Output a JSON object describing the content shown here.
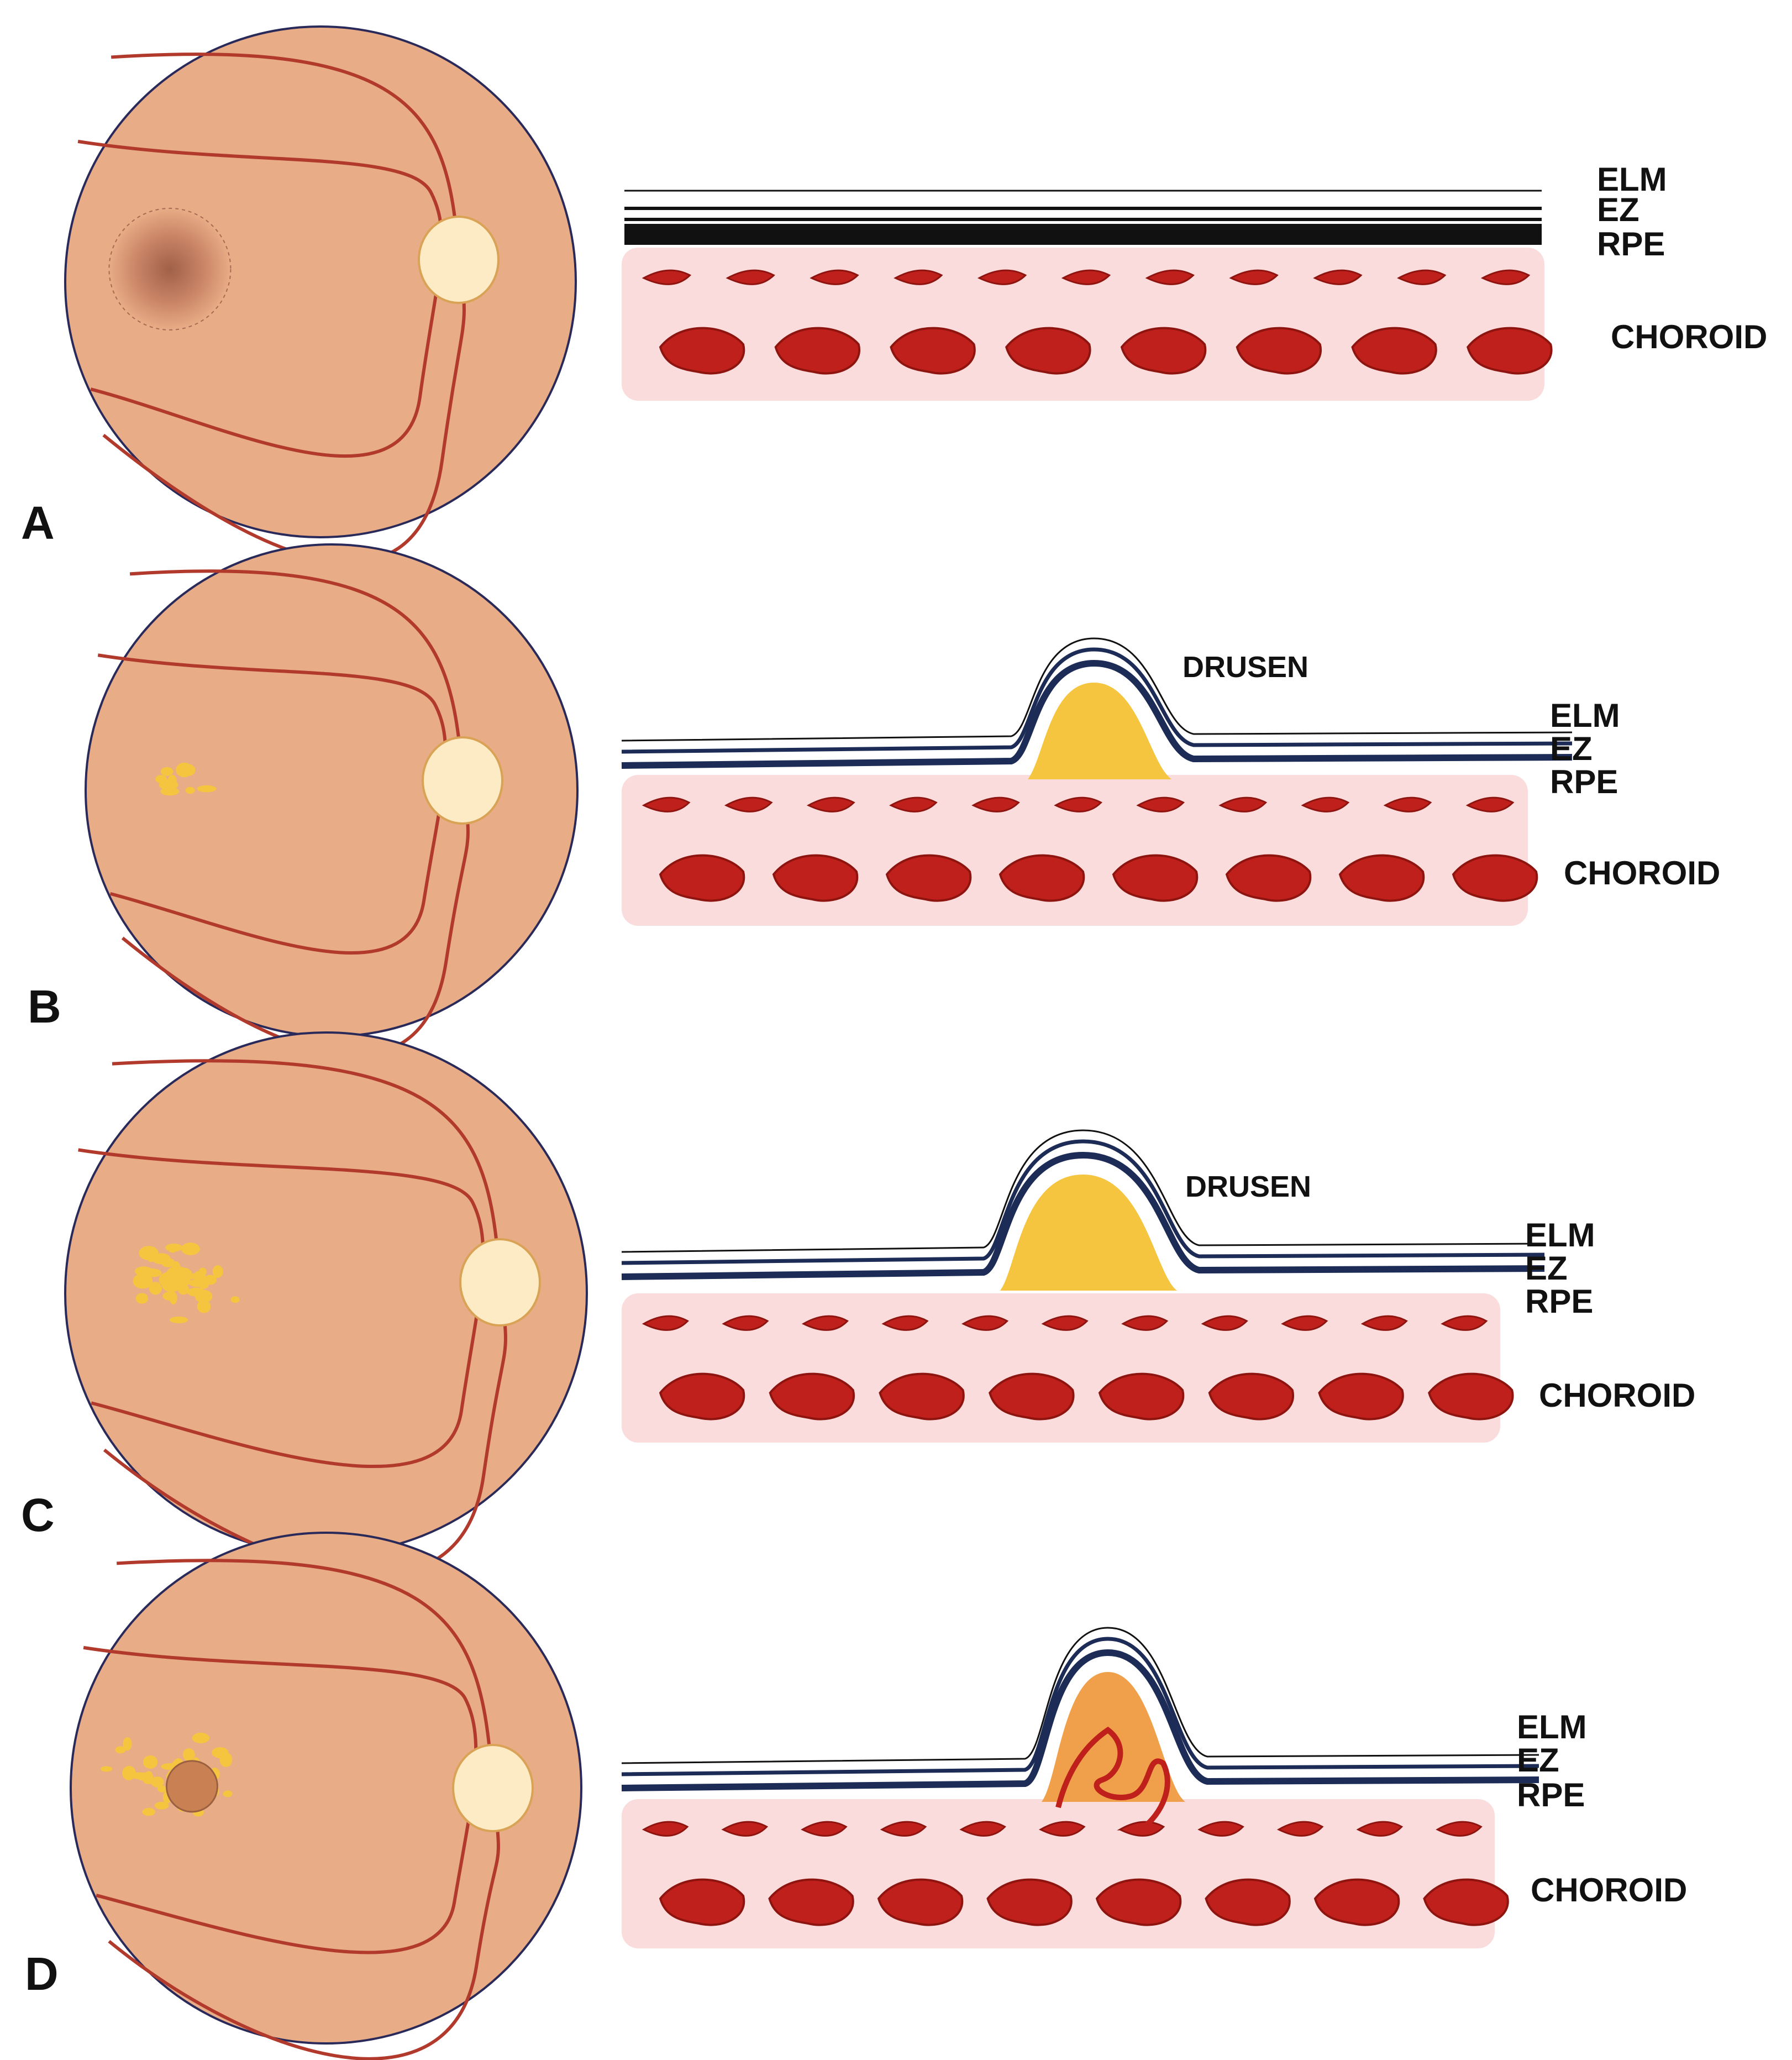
{
  "figure": {
    "colors": {
      "fundus": "#e8ac86",
      "fundus_outline": "#2a2a5a",
      "vessel": "#b13a2c",
      "optic_disc": "#fdebc6",
      "optic_disc_outline": "#d9a255",
      "drusen": "#f5c540",
      "choroid_bg": "#fbdcdc",
      "choroid_vessel": "#c0201c",
      "choroid_vessel_dark": "#8e1410",
      "layer_dark": "#1d2c57",
      "neovascular": "#f0a04a"
    },
    "panels": [
      {
        "letter": "A",
        "stage": "normal",
        "labels": {
          "elm": "ELM",
          "ez": "EZ",
          "rpe": "RPE",
          "choroid": "CHOROID"
        }
      },
      {
        "letter": "B",
        "stage": "early-drusen",
        "labels": {
          "elm": "ELM",
          "ez": "EZ",
          "rpe": "RPE",
          "choroid": "CHOROID",
          "drusen": "DRUSEN"
        }
      },
      {
        "letter": "C",
        "stage": "large-drusen",
        "labels": {
          "elm": "ELM",
          "ez": "EZ",
          "rpe": "RPE",
          "choroid": "CHOROID",
          "drusen": "DRUSEN"
        }
      },
      {
        "letter": "D",
        "stage": "neovascular",
        "labels": {
          "elm": "ELM",
          "ez": "EZ",
          "rpe": "RPE",
          "choroid": "CHOROID"
        }
      }
    ]
  }
}
